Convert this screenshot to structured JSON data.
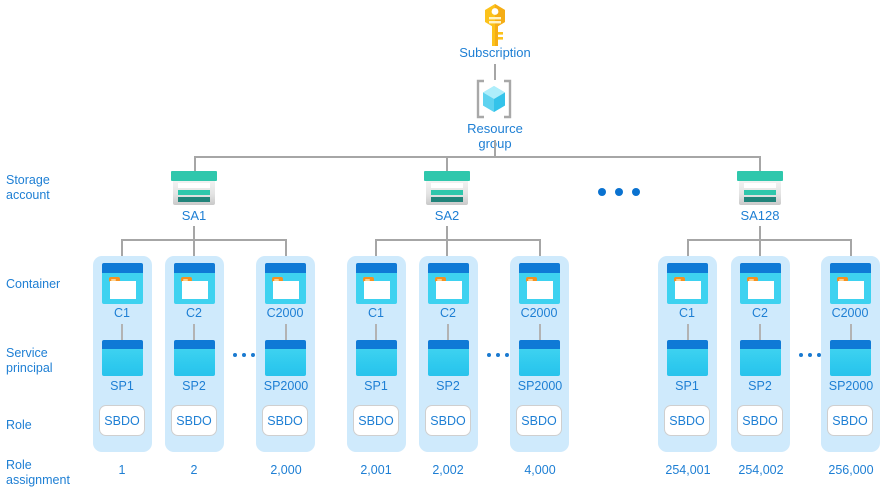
{
  "diagram": {
    "title": "Azure storage role assignment scale diagram",
    "colors": {
      "text_blue": "#1e7fd4",
      "panel_blue": "#cfeafc",
      "line_gray": "#a6a6a6",
      "storage_teal": "#2fc7ac",
      "container_blue": "#0f7ad6",
      "container_cyan": "#3ed2f0",
      "key_gold": "#fcc21b",
      "dot_blue": "#0a72d0"
    }
  },
  "top": {
    "subscription_label": "Subscription",
    "subscription_icon": "key-icon",
    "resource_group_label": "Resource group",
    "resource_group_icon": "resource-group-cube-icon"
  },
  "row_labels": {
    "storage_account": "Storage\naccount",
    "container": "Container",
    "service_principal": "Service\nprincipal",
    "role": "Role",
    "role_assignment": "Role\nassignment"
  },
  "ellipsis": {
    "between_storage_accounts": "• • •",
    "within_group": "• • •"
  },
  "groups": [
    {
      "storage_account": "SA1",
      "columns": [
        {
          "container": "C1",
          "service_principal": "SP1",
          "role": "SBDO",
          "role_assignment": "1"
        },
        {
          "container": "C2",
          "service_principal": "SP2",
          "role": "SBDO",
          "role_assignment": "2"
        },
        {
          "container": "C2000",
          "service_principal": "SP2000",
          "role": "SBDO",
          "role_assignment": "2,000"
        }
      ]
    },
    {
      "storage_account": "SA2",
      "columns": [
        {
          "container": "C1",
          "service_principal": "SP1",
          "role": "SBDO",
          "role_assignment": "2,001"
        },
        {
          "container": "C2",
          "service_principal": "SP2",
          "role": "SBDO",
          "role_assignment": "2,002"
        },
        {
          "container": "C2000",
          "service_principal": "SP2000",
          "role": "SBDO",
          "role_assignment": "4,000"
        }
      ]
    },
    {
      "storage_account": "SA128",
      "columns": [
        {
          "container": "C1",
          "service_principal": "SP1",
          "role": "SBDO",
          "role_assignment": "254,001"
        },
        {
          "container": "C2",
          "service_principal": "SP2",
          "role": "SBDO",
          "role_assignment": "254,002"
        },
        {
          "container": "C2000",
          "service_principal": "SP2000",
          "role": "SBDO",
          "role_assignment": "256,000"
        }
      ]
    }
  ]
}
